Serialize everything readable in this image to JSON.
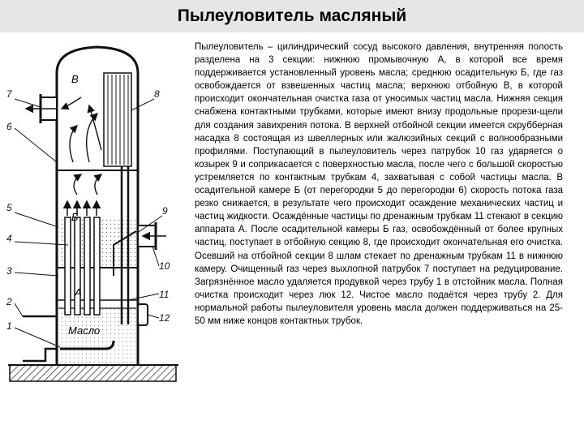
{
  "title": "Пылеуловитель масляный",
  "description": "Пылеуловитель – цилиндрический сосуд высокого давления, внутренняя полость разделена на 3 секции: нижнюю промывочную А, в которой все время поддерживается установленный уровень масла; среднюю осадительную Б, где газ освобождается от взвешенных частиц масла; верхнюю отбойную В, в которой происходит окончательная очистка газа от уносимых частиц масла. Нижняя секция снабжена контактными трубками, которые имеют внизу продольные прорези-щели для создания завихрения потока. В верхней отбойной секции имеется скрубберная насадка 8 состоящая из швеллерных или жалюзийных секций с волнообразными профилями. Поступающий в пылеуловитель через патрубок 10 газ ударяется о козырек 9 и соприкасается с поверхностью масла, после чего с большой скоростью устремляется по контактным трубкам 4, захватывая с собой частицы масла. В осадительной камере Б (от перегородки 5 до перегородки 6) скорость потока газа резко снижается, в результате чего происходит осаждение механических частиц и частиц жидкости. Осаждённые частицы по дренажным трубкам 11 стекают в секцию аппарата А. После осадительной камеры Б газ, освобождённый от более крупных частиц, поступает в отбойную секцию 8, где происходит окончательная его очистка. Осевший на отбойной секции 8 шлам стекает по дренажным трубкам 11 в нижнюю камеру. Очищенный газ через выхлопной патрубок 7 поступает на редуцирование. Загрязнённое масло удаляется продувкой через трубу 1 в отстойник масла. Полная очистка происходит через люк 12. Чистое масло подаётся через трубу 2. Для нормальной работы пылеуловителя уровень масла должен поддерживаться на 25-50 мм ниже концов контактных трубок.",
  "diagram": {
    "section_labels": {
      "top": "В",
      "middle": "Б",
      "bottom": "А"
    },
    "oil_label": "Масло",
    "callouts_left": [
      "7",
      "6",
      "5",
      "4",
      "3",
      "2",
      "1"
    ],
    "callouts_right": [
      "8",
      "9",
      "10",
      "11",
      "12"
    ]
  },
  "colors": {
    "title_bg": "#e6e6e6",
    "ink": "#111111"
  }
}
